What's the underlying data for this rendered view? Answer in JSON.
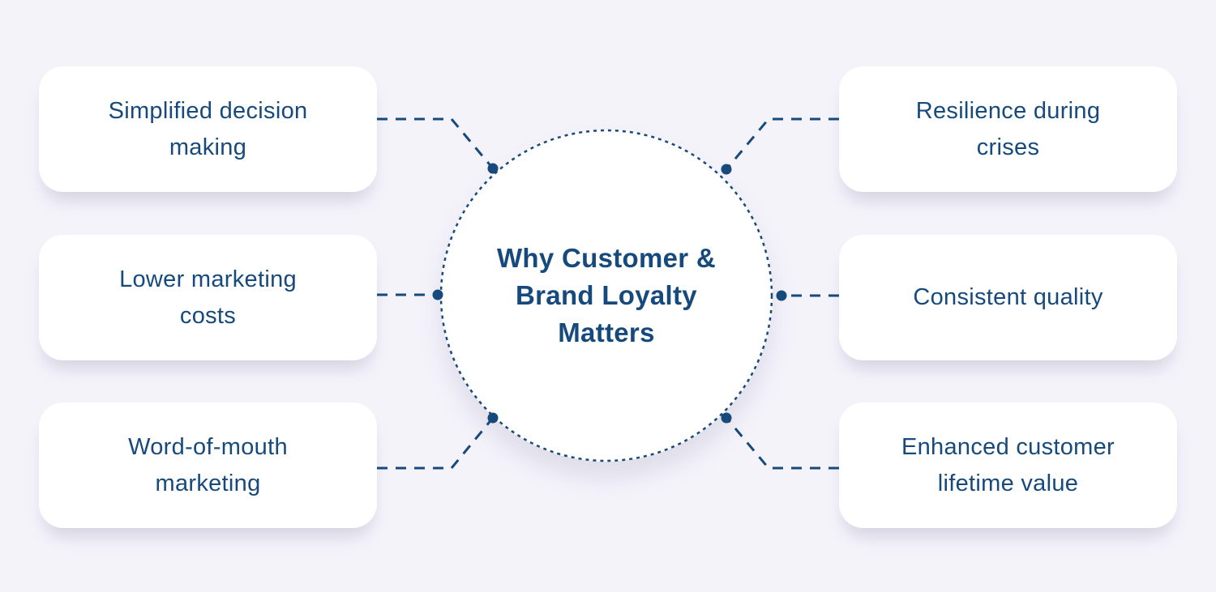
{
  "diagram": {
    "type": "mind-map",
    "center": {
      "title": "Why Customer & Brand Loyalty Matters",
      "title_lines": [
        "Why Customer &",
        "Brand Loyalty",
        "Matters"
      ]
    },
    "items": {
      "left": [
        {
          "label": "Simplified decision making",
          "lines": [
            "Simplified decision",
            "making"
          ]
        },
        {
          "label": "Lower marketing costs",
          "lines": [
            "Lower marketing",
            "costs"
          ]
        },
        {
          "label": "Word-of-mouth marketing",
          "lines": [
            "Word-of-mouth",
            "marketing"
          ]
        }
      ],
      "right": [
        {
          "label": "Resilience during crises",
          "lines": [
            "Resilience during",
            "crises"
          ]
        },
        {
          "label": "Consistent quality",
          "lines": [
            "Consistent quality",
            ""
          ]
        },
        {
          "label": "Enhanced customer lifetime value",
          "lines": [
            "Enhanced customer",
            "lifetime value"
          ]
        }
      ]
    },
    "colors": {
      "background": "#f5f3fa",
      "box_background": "#ffffff",
      "text": "#174a7c",
      "connector": "#174a7c",
      "circle_border": "#174a7c"
    }
  }
}
